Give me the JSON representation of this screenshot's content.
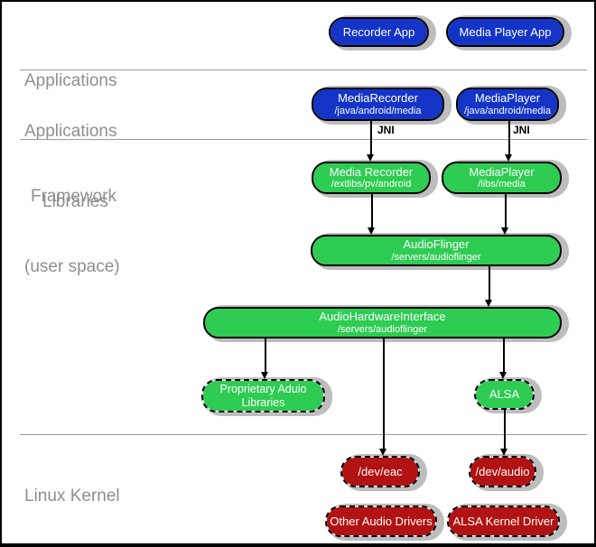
{
  "layers": {
    "applications": {
      "line1": "Applications"
    },
    "framework": {
      "line1": "Applications",
      "line2": "Framework"
    },
    "libraries": {
      "line1": "Libraries",
      "line2": "(user space)"
    },
    "kernel": {
      "line1": "Linux Kernel"
    }
  },
  "nodes": {
    "recorder_app": {
      "title": "Recorder App"
    },
    "media_player_app": {
      "title": "Media Player App"
    },
    "media_recorder_java": {
      "title": "MediaRecorder",
      "subtitle": "/java/android/media"
    },
    "media_player_java": {
      "title": "MediaPlayer",
      "subtitle": "/java/android/media"
    },
    "media_recorder_native": {
      "title": "Media Recorder",
      "subtitle": "/extlibs/pv/android"
    },
    "media_player_native": {
      "title": "MediaPlayer",
      "subtitle": "/libs/media"
    },
    "audio_flinger": {
      "title": "AudioFlinger",
      "subtitle": "/servers/audioflinger"
    },
    "audio_hardware_interface": {
      "title": "AudioHardwareInterface",
      "subtitle": "/servers/audioflinger"
    },
    "proprietary_audio_libraries": {
      "title": "Proprietary Aduio",
      "subtitle": "Libraries"
    },
    "alsa": {
      "title": "ALSA"
    },
    "dev_eac": {
      "title": "/dev/eac"
    },
    "dev_audio": {
      "title": "/dev/audio"
    },
    "other_audio_drivers": {
      "title": "Other Audio Drivers"
    },
    "alsa_kernel_driver": {
      "title": "ALSA Kernel Driver"
    }
  },
  "edges": [
    {
      "from": "media_recorder_java",
      "to": "media_recorder_native",
      "label": "JNI"
    },
    {
      "from": "media_player_java",
      "to": "media_player_native",
      "label": "JNI"
    },
    {
      "from": "media_recorder_native",
      "to": "audio_flinger",
      "label": ""
    },
    {
      "from": "media_player_native",
      "to": "audio_flinger",
      "label": ""
    },
    {
      "from": "audio_flinger",
      "to": "audio_hardware_interface",
      "label": ""
    },
    {
      "from": "audio_hardware_interface",
      "to": "proprietary_audio_libraries",
      "label": ""
    },
    {
      "from": "audio_hardware_interface",
      "to": "dev_eac",
      "label": ""
    },
    {
      "from": "audio_hardware_interface",
      "to": "alsa",
      "label": ""
    },
    {
      "from": "alsa",
      "to": "dev_audio",
      "label": ""
    }
  ],
  "colors": {
    "framework_blue": "#1434c8",
    "userspace_green": "#2ecc52",
    "kernel_red": "#b11212",
    "shadow_gray": "#bdbdbd",
    "layer_label_gray": "#8f8f8f",
    "divider_gray": "#9a9a9a",
    "border_black": "#000000"
  }
}
